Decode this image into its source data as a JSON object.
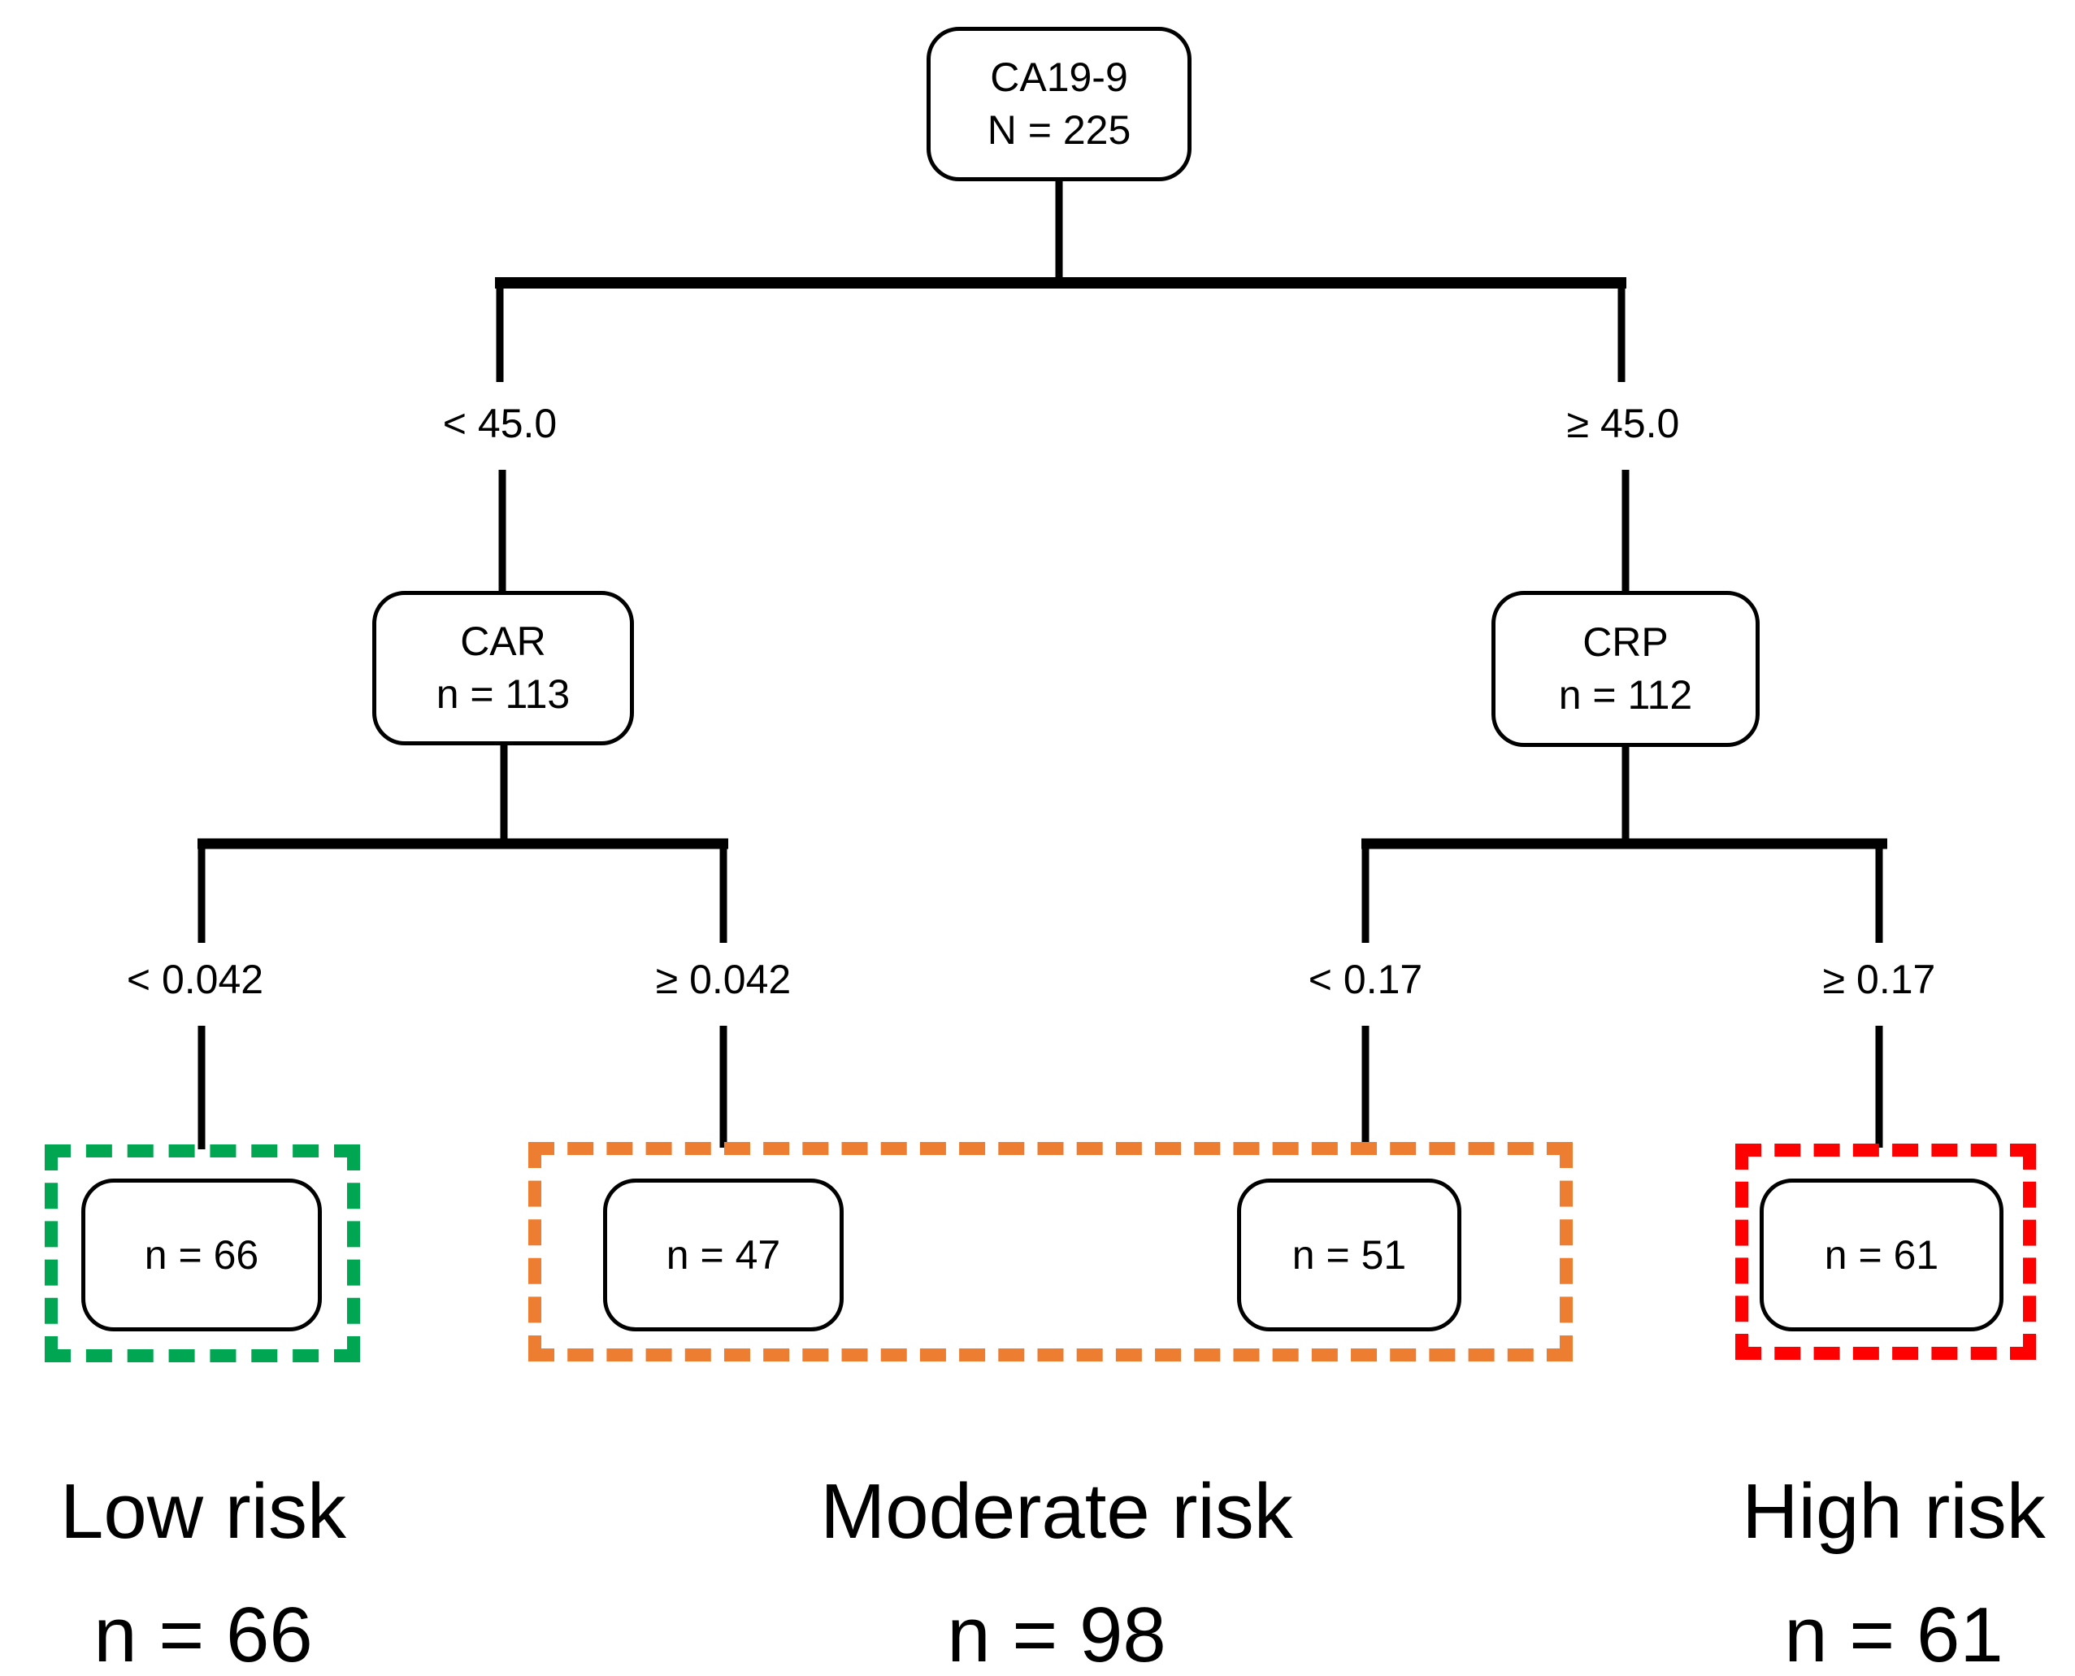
{
  "tree": {
    "root": {
      "name": "CA19-9",
      "count": "N = 225"
    },
    "level1_branches": [
      {
        "label": "< 45.0"
      },
      {
        "label": "≥ 45.0"
      }
    ],
    "internal_nodes": [
      {
        "name": "CAR",
        "count": "n = 113"
      },
      {
        "name": "CRP",
        "count": "n = 112"
      }
    ],
    "level2_branches": [
      {
        "label": "< 0.042"
      },
      {
        "label": "≥ 0.042"
      },
      {
        "label": "< 0.17"
      },
      {
        "label": "≥ 0.17"
      }
    ],
    "leaf_nodes": [
      {
        "count": "n = 66"
      },
      {
        "count": "n = 47"
      },
      {
        "count": "n = 51"
      },
      {
        "count": "n = 61"
      }
    ]
  },
  "risk_groups": [
    {
      "label": "Low risk",
      "count": "n = 66",
      "box_color": "#00A651"
    },
    {
      "label": "Moderate risk",
      "count": "n = 98",
      "box_color": "#ED7D31"
    },
    {
      "label": "High risk",
      "count": "n = 61",
      "box_color": "#FF0000"
    }
  ],
  "colors": {
    "connector_line": "#000000",
    "node_border": "#000000",
    "text": "#000000",
    "background": "#FFFFFF"
  }
}
